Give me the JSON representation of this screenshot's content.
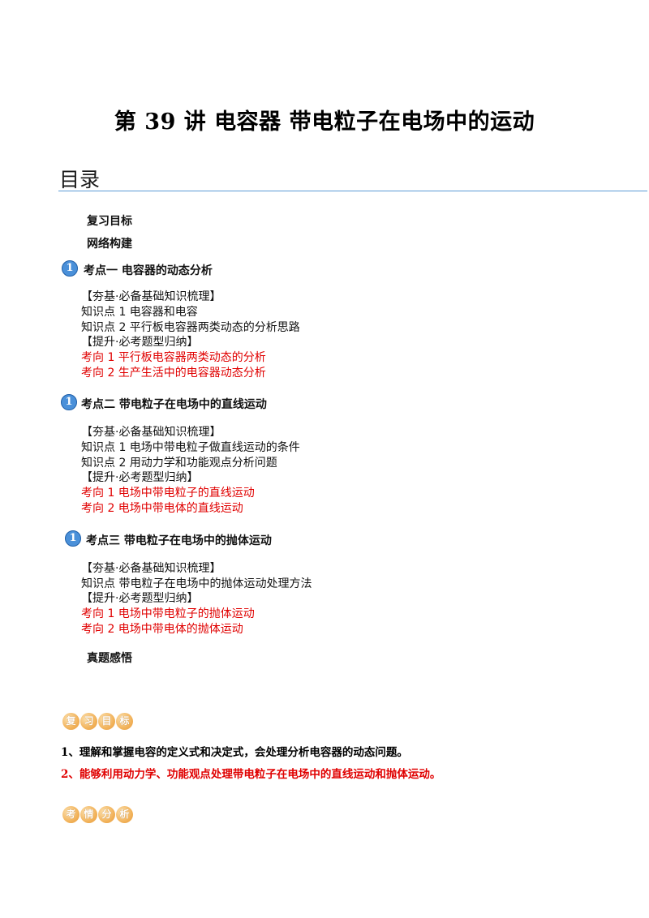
{
  "document": {
    "title": "第 39 讲  电容器  带电粒子在电场中的运动"
  },
  "toc": {
    "heading": "目录",
    "review_goals": "复习目标",
    "network": "网络构建",
    "badge_text": "1",
    "sections": [
      {
        "title": "考点一    电容器的动态分析",
        "lines": [
          {
            "text": "【夯基·必备基础知识梳理】",
            "style": "normal"
          },
          {
            "text": "知识点 1  电容器和电容",
            "style": "normal"
          },
          {
            "text": "知识点 2  平行板电容器两类动态的分析思路",
            "style": "normal"
          },
          {
            "text": "【提升·必考题型归纳】",
            "style": "normal"
          },
          {
            "text": "考向 1  平行板电容器两类动态的分析",
            "style": "red"
          },
          {
            "text": "考向 2  生产生活中的电容器动态分析",
            "style": "red"
          }
        ]
      },
      {
        "title": "考点二    带电粒子在电场中的直线运动",
        "lines": [
          {
            "text": "【夯基·必备基础知识梳理】",
            "style": "normal"
          },
          {
            "text": "知识点 1  电场中带电粒子做直线运动的条件",
            "style": "normal"
          },
          {
            "text": "知识点 2  用动力学和功能观点分析问题",
            "style": "normal"
          },
          {
            "text": "【提升·必考题型归纳】",
            "style": "normal"
          },
          {
            "text": "考向 1  电场中带电粒子的直线运动",
            "style": "red"
          },
          {
            "text": "考向 2  电场中带电体的直线运动",
            "style": "red"
          }
        ]
      },
      {
        "title": "考点三    带电粒子在电场中的抛体运动",
        "lines": [
          {
            "text": "【夯基·必备基础知识梳理】",
            "style": "normal"
          },
          {
            "text": "知识点  带电粒子在电场中的抛体运动处理方法",
            "style": "normal"
          },
          {
            "text": "【提升·必考题型归纳】",
            "style": "normal"
          },
          {
            "text": "考向 1  电场中带电粒子的抛体运动",
            "style": "red"
          },
          {
            "text": "考向 2  电场中带电体的抛体运动",
            "style": "red"
          }
        ]
      }
    ],
    "real_questions": "真题感悟"
  },
  "review_goals_banner": [
    "复",
    "习",
    "目",
    "标"
  ],
  "goals": [
    {
      "text": "1、理解和掌握电容的定义式和决定式，会处理分析电容器的动态问题。",
      "color": "#000000"
    },
    {
      "text": "2、能够利用动力学、功能观点处理带电粒子在电场中的直线运动和抛体运动。",
      "color": "#e00000"
    }
  ],
  "exam_analysis_banner": [
    "考",
    "情",
    "分",
    "析"
  ]
}
